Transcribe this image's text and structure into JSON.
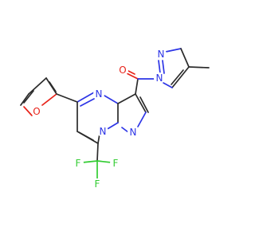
{
  "colors": {
    "background": "#ffffff",
    "bond": "#2b2b2b",
    "oxygen": "#e8231a",
    "nitrogen": "#2d35e6",
    "fluorine": "#33cc33"
  },
  "atoms": {
    "o_carbonyl": {
      "symbol": "O",
      "color_key": "oxygen"
    },
    "o_furan": {
      "symbol": "O",
      "color_key": "oxygen"
    },
    "n_pyrimidine": {
      "symbol": "N",
      "color_key": "nitrogen"
    },
    "n_bridge": {
      "symbol": "N",
      "color_key": "nitrogen"
    },
    "n_pyrazole_core": {
      "symbol": "N",
      "color_key": "nitrogen"
    },
    "n_pyrazole_attach": {
      "symbol": "N",
      "color_key": "nitrogen"
    },
    "n_pyrazole_top": {
      "symbol": "N",
      "color_key": "nitrogen"
    },
    "f_left": {
      "symbol": "F",
      "color_key": "fluorine"
    },
    "f_right": {
      "symbol": "F",
      "color_key": "fluorine"
    },
    "f_bottom": {
      "symbol": "F",
      "color_key": "fluorine"
    }
  }
}
